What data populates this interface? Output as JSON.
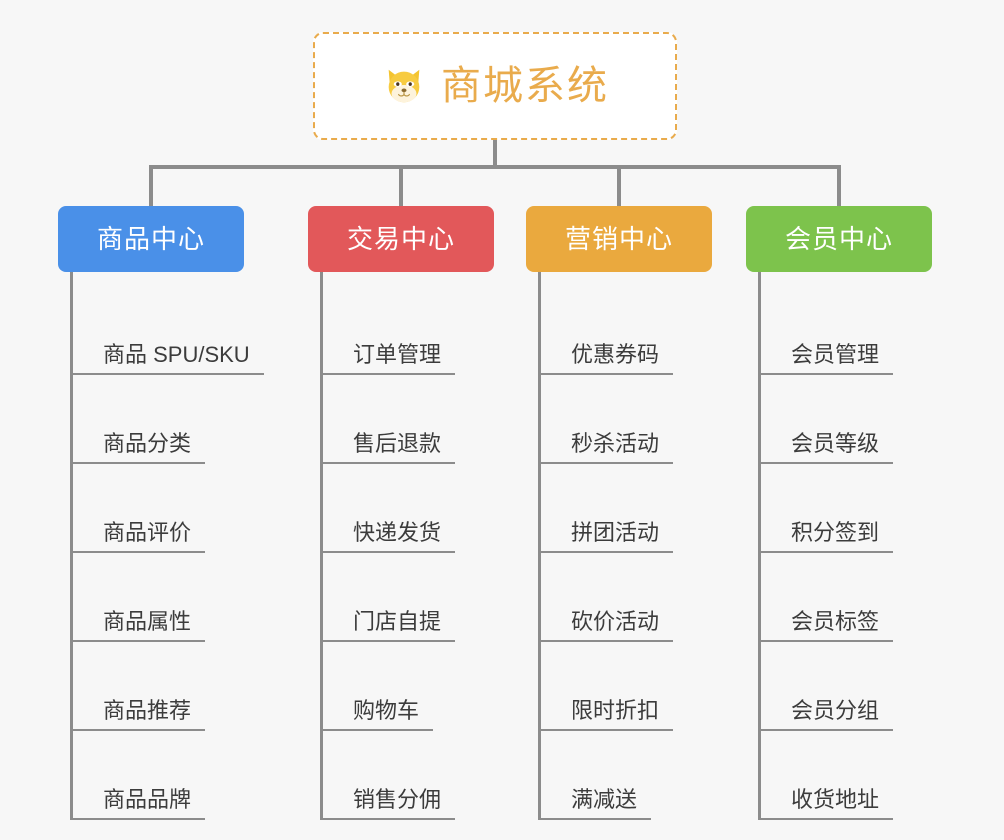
{
  "page": {
    "background_color": "#f7f7f7",
    "line_color": "#8c8c8c",
    "leaf_text_color": "#3c3c3c"
  },
  "root": {
    "title": "商城系统",
    "icon": "shiba-dog-face-icon",
    "text_color": "#e9ab4c",
    "border_color": "#e9ab4c",
    "background_color": "#ffffff"
  },
  "branches": [
    {
      "label": "商品中心",
      "color": "#4a90e8",
      "items": [
        "商品 SPU/SKU",
        "商品分类",
        "商品评价",
        "商品属性",
        "商品推荐",
        "商品品牌"
      ]
    },
    {
      "label": "交易中心",
      "color": "#e2585a",
      "items": [
        "订单管理",
        "售后退款",
        "快递发货",
        "门店自提",
        "购物车",
        "销售分佣"
      ]
    },
    {
      "label": "营销中心",
      "color": "#eaa93e",
      "items": [
        "优惠券码",
        "秒杀活动",
        "拼团活动",
        "砍价活动",
        "限时折扣",
        "满减送"
      ]
    },
    {
      "label": "会员中心",
      "color": "#7dc34c",
      "items": [
        "会员管理",
        "会员等级",
        "积分签到",
        "会员标签",
        "会员分组",
        "收货地址"
      ]
    }
  ]
}
